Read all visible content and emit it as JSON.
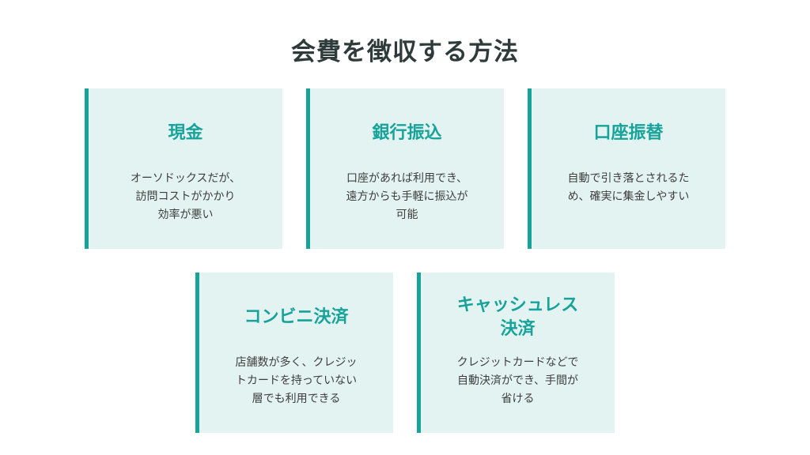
{
  "title": "会費を徴収する方法",
  "colors": {
    "accent": "#17a39a",
    "card_background": "#e3f3f2",
    "title_text": "#2f3b3a",
    "body_text": "#3d3d3d"
  },
  "methods": [
    {
      "name": "現金",
      "description": "オーソドックスだが、\n訪問コストがかかり\n効率が悪い"
    },
    {
      "name": "銀行振込",
      "description": "口座があれば利用でき、\n遠方からも手軽に振込が\n可能"
    },
    {
      "name": "口座振替",
      "description": "自動で引き落とされるた\nめ、確実に集金しやすい"
    },
    {
      "name": "コンビニ決済",
      "description": "店舗数が多く、クレジッ\nトカードを持っていない\n層でも利用できる"
    },
    {
      "name": "キャッシュレス\n決済",
      "description": "クレジットカードなどで\n自動決済ができ、手間が\n省ける"
    }
  ]
}
